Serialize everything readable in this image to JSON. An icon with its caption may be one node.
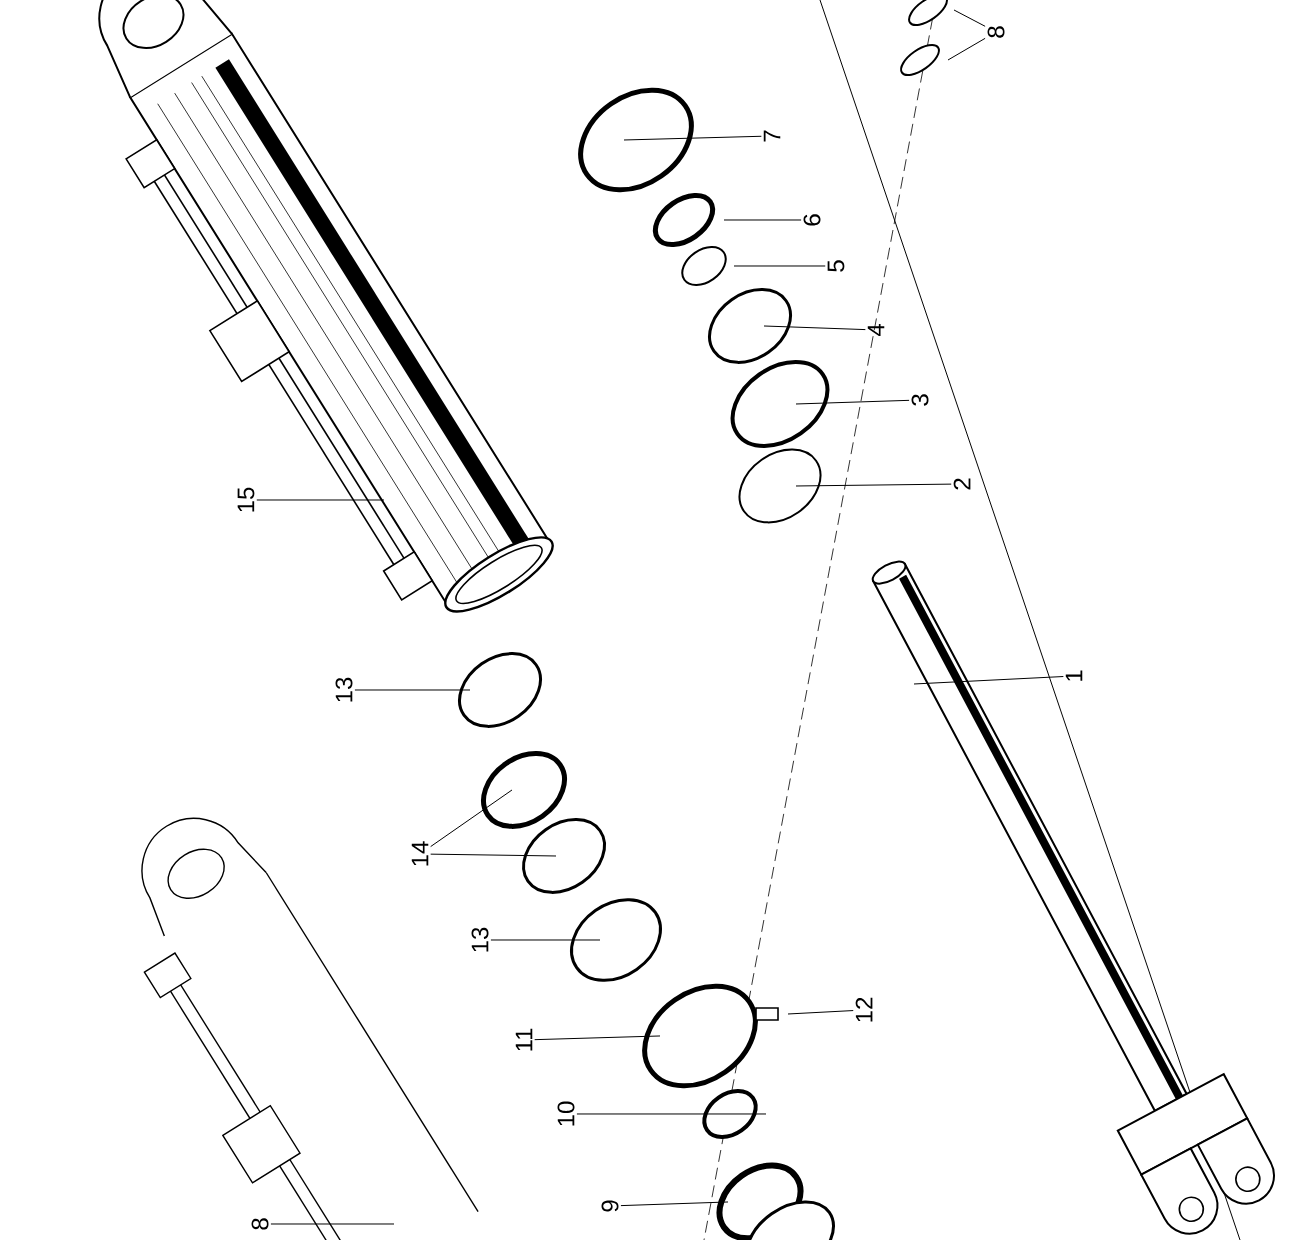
{
  "diagram": {
    "nodes": [
      {
        "text": [
          "8"
        ]
      },
      {
        "text": [
          "7"
        ]
      },
      {
        "text": [
          "6"
        ]
      },
      {
        "text": [
          "5"
        ]
      },
      {
        "text": [
          "4"
        ]
      },
      {
        "text": [
          "3"
        ]
      },
      {
        "text": [
          "2"
        ]
      },
      {
        "text": [
          "1"
        ]
      },
      {
        "text": [
          "15"
        ]
      },
      {
        "text": [
          "13"
        ]
      },
      {
        "text": [
          "14"
        ]
      },
      {
        "text": [
          "13"
        ]
      },
      {
        "text": [
          "11"
        ]
      },
      {
        "text": [
          "12"
        ]
      },
      {
        "text": [
          "10"
        ]
      },
      {
        "text": [
          "9"
        ]
      },
      {
        "text": [
          "8"
        ]
      }
    ],
    "edges": [
      {
        "from": 0,
        "to": null,
        "arrow": "none"
      },
      {
        "from": 0,
        "to": null,
        "arrow": "none"
      },
      {
        "from": 1,
        "to": null,
        "arrow": "none"
      },
      {
        "from": 2,
        "to": null,
        "arrow": "none"
      },
      {
        "from": 3,
        "to": null,
        "arrow": "none"
      },
      {
        "from": 4,
        "to": null,
        "arrow": "none"
      },
      {
        "from": 5,
        "to": null,
        "arrow": "none"
      },
      {
        "from": 6,
        "to": null,
        "arrow": "none"
      },
      {
        "from": 7,
        "to": null,
        "arrow": "none"
      },
      {
        "from": 8,
        "to": null,
        "arrow": "none"
      },
      {
        "from": 9,
        "to": null,
        "arrow": "none"
      },
      {
        "from": 10,
        "to": null,
        "arrow": "none"
      },
      {
        "from": 10,
        "to": null,
        "arrow": "none"
      },
      {
        "from": 11,
        "to": null,
        "arrow": "none"
      },
      {
        "from": 12,
        "to": null,
        "arrow": "none"
      },
      {
        "from": 13,
        "to": null,
        "arrow": "none"
      },
      {
        "from": 14,
        "to": null,
        "arrow": "none"
      },
      {
        "from": 15,
        "to": null,
        "arrow": "none"
      },
      {
        "from": 16,
        "to": null,
        "arrow": "none"
      }
    ]
  }
}
